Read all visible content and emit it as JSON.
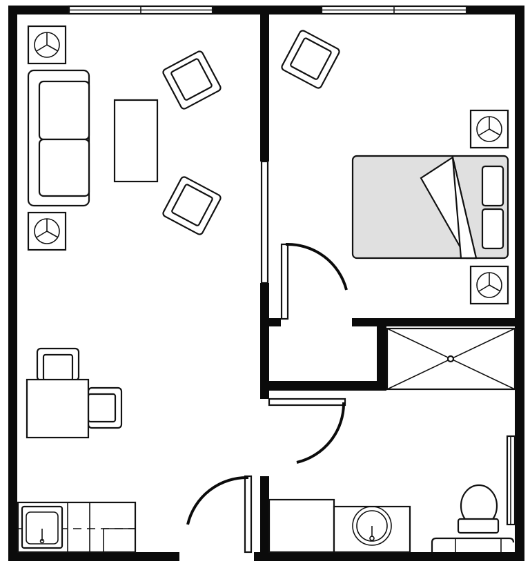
{
  "plan": {
    "rooms": [
      "living-room",
      "bedroom",
      "closet",
      "bathroom",
      "kitchen"
    ],
    "colors": {
      "wall": "#0b0b0b",
      "bed_fill": "#e0e0e0",
      "background": "#ffffff"
    }
  }
}
